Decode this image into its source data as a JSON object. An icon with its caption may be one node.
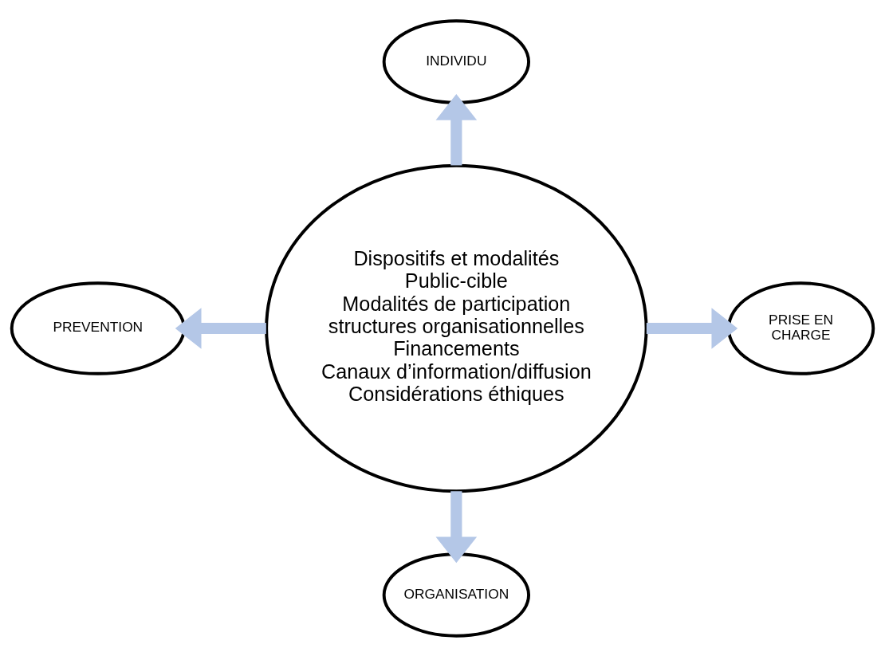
{
  "diagram": {
    "nodes": [
      {
        "text": [
          "INDIVIDU"
        ]
      },
      {
        "text": [
          "Dispositifs et modalités",
          "Public-cible",
          "Modalités de participation",
          "structures organisationnelles",
          "Financements",
          "Canaux d’information/diffusion",
          "Considérations éthiques"
        ]
      },
      {
        "text": [
          "PREVENTION"
        ]
      },
      {
        "text": [
          "PRISE EN CHARGE"
        ]
      },
      {
        "text": [
          "ORGANISATION"
        ]
      }
    ],
    "edges": [
      {
        "from": 1,
        "to": 0,
        "arrow": "to"
      },
      {
        "from": 1,
        "to": 2,
        "arrow": "to"
      },
      {
        "from": 1,
        "to": 3,
        "arrow": "to"
      },
      {
        "from": 1,
        "to": 4,
        "arrow": "to"
      }
    ]
  }
}
